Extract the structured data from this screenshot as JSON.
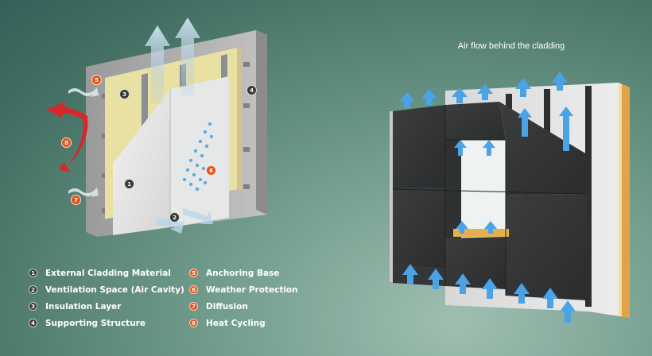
{
  "right_title": "Air flow behind the cladding",
  "legend": {
    "left": [
      {
        "num": "1",
        "label": "External Cladding Material"
      },
      {
        "num": "2",
        "label": "Ventilation Space (Air Cavity)"
      },
      {
        "num": "3",
        "label": "Insulation Layer"
      },
      {
        "num": "4",
        "label": "Supporting Structure"
      }
    ],
    "right": [
      {
        "num": "5",
        "label": "Anchoring Base"
      },
      {
        "num": "6",
        "label": "Weather Protection"
      },
      {
        "num": "7",
        "label": "Diffusion"
      },
      {
        "num": "8",
        "label": "Heat Cycling"
      }
    ]
  },
  "callouts": {
    "c1": "1",
    "c2": "2",
    "c3": "3",
    "c4": "4",
    "c5": "5",
    "c6": "6",
    "c7": "7",
    "c8": "8"
  },
  "colors": {
    "badge_dark": "#3a3a3a",
    "badge_orange": "#e4541b",
    "airflow_blue": "#4aa3e6",
    "heat_red": "#d9262a",
    "insulation_yellow": "#e9e0a3"
  }
}
